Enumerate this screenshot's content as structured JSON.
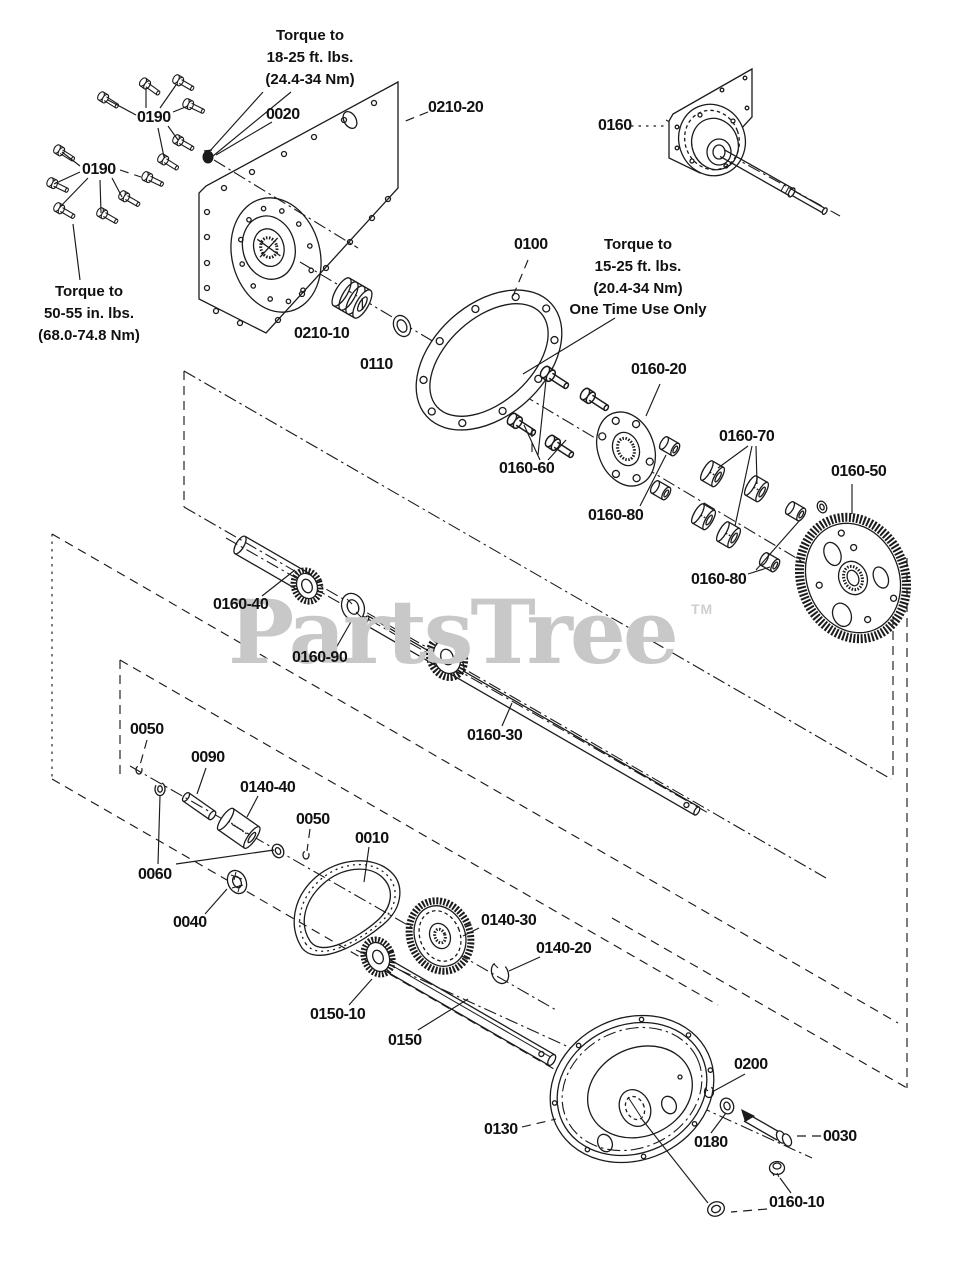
{
  "watermark": {
    "text": "PartsTree",
    "tm": "TM",
    "color": "#c8c8c8"
  },
  "diagram": {
    "line_color": "#1b1b1b",
    "background": "#ffffff"
  },
  "annotations": {
    "torque_top": "Torque to\n18-25 ft. lbs.\n(24.4-34 Nm)",
    "torque_left": "Torque to\n50-55 in. lbs.\n(68.0-74.8 Nm)",
    "torque_right": "Torque to\n15-25 ft. lbs.\n(20.4-34 Nm)\nOne Time Use Only"
  },
  "labels": {
    "l0190_a": "0190",
    "l0190_b": "0190",
    "l0020": "0020",
    "l0210_20": "0210-20",
    "l0160": "0160",
    "l0100": "0100",
    "l0210_10": "0210-10",
    "l0110": "0110",
    "l0160_20": "0160-20",
    "l0160_70": "0160-70",
    "l0160_60": "0160-60",
    "l0160_50": "0160-50",
    "l0160_80_a": "0160-80",
    "l0160_80_b": "0160-80",
    "l0160_40": "0160-40",
    "l0160_90": "0160-90",
    "l0160_30": "0160-30",
    "l0050_a": "0050",
    "l0090": "0090",
    "l0140_40": "0140-40",
    "l0050_b": "0050",
    "l0010": "0010",
    "l0060": "0060",
    "l0040": "0040",
    "l0140_30": "0140-30",
    "l0140_20": "0140-20",
    "l0150_10": "0150-10",
    "l0150": "0150",
    "l0200": "0200",
    "l0130": "0130",
    "l0180": "0180",
    "l0030": "0030",
    "l0160_10": "0160-10"
  }
}
